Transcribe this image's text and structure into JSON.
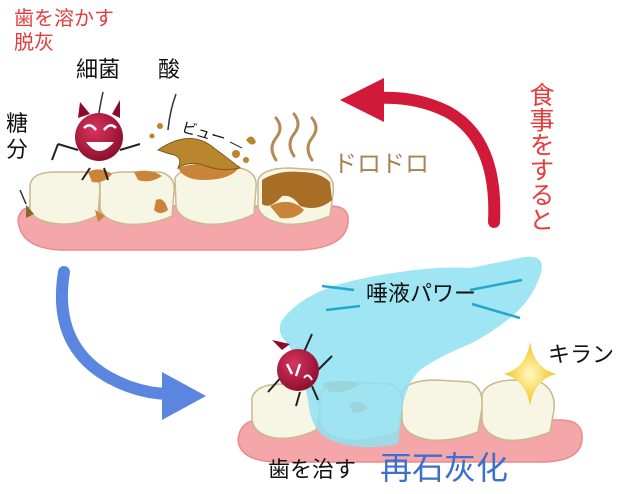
{
  "labels": {
    "demineral_line1": "歯を溶かす",
    "demineral_line2": "脱灰",
    "bacteria": "細菌",
    "acid": "酸",
    "sugar_line1": "糖",
    "sugar_line2": "分",
    "byuu": "ビュー",
    "dorodoro": "ドロドロ",
    "eating": "食事をすると",
    "saliva_power": "唾液パワー",
    "kiran": "キラン",
    "repair": "歯を治す",
    "remineralization": "再石灰化"
  },
  "colors": {
    "red_text": "#e63c3c",
    "red_arrow": "#d11a3a",
    "blue_arrow": "#5b86e0",
    "blue_text": "#3b6fd0",
    "gum": "#f5a6a8",
    "tooth": "#f7f6e4",
    "decay": "#c9843a",
    "dorodoro_text": "#a8834e",
    "saliva": "#8fe0f2",
    "bacteria": "#b0143c",
    "sparkle": "#f2c320"
  }
}
